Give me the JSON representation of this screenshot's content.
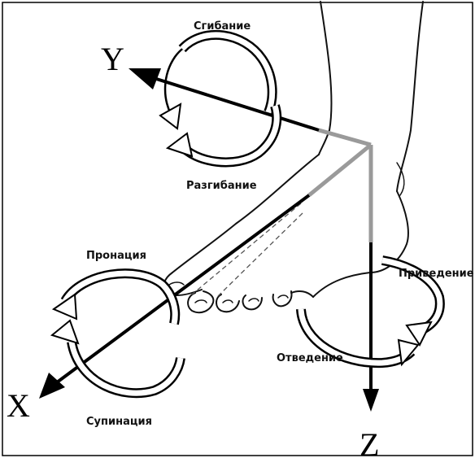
{
  "axes": {
    "x": "X",
    "y": "Y",
    "z": "Z"
  },
  "motions": {
    "flexion": "Сгибание",
    "extension": "Разгибание",
    "pronation": "Пронация",
    "supination": "Супинация",
    "adduction": "Приведение",
    "abduction": "Отведение"
  },
  "colors": {
    "line": "#111111",
    "gray_axis": "#9a9a9a"
  }
}
